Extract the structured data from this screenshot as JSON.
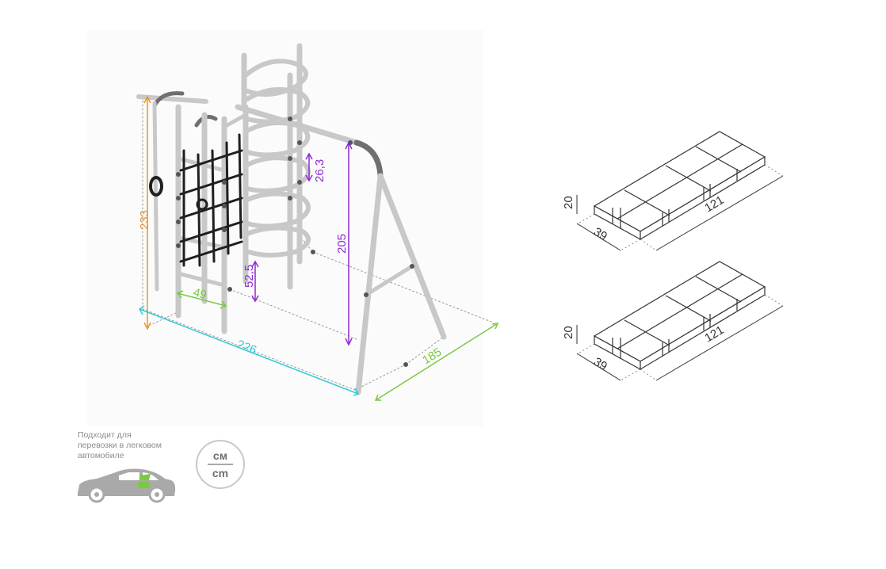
{
  "colors": {
    "orange": "#e8962e",
    "green": "#7ac943",
    "cyan": "#33c9d6",
    "purple": "#8e2bd4",
    "frame": "#c8c8c8",
    "frame_dark": "#6f6f6f",
    "net": "#1f1f1f",
    "dotted": "#9a9a9a",
    "box_line": "#333333",
    "note_text": "#8c8c8c",
    "car_body": "#a9a9a9",
    "car_door": "#7ac943"
  },
  "dimensions": {
    "height_total": "233",
    "width_ladder": "49",
    "width_total": "226",
    "depth_total": "185",
    "height_bar": "205",
    "step_spacing": "26,3",
    "ladder_height": "52,5"
  },
  "packages": [
    {
      "height": "20",
      "width": "39",
      "length": "121"
    },
    {
      "height": "20",
      "width": "39",
      "length": "121"
    }
  ],
  "transport_note": {
    "lines": [
      "Подходит для",
      "перевозки в легковом",
      "автомобиле"
    ],
    "icon": "car-icon"
  },
  "units_badge": {
    "top": "см",
    "bottom": "cm"
  },
  "icons": [
    "car-icon",
    "units-badge-icon",
    "package-box-icon"
  ]
}
